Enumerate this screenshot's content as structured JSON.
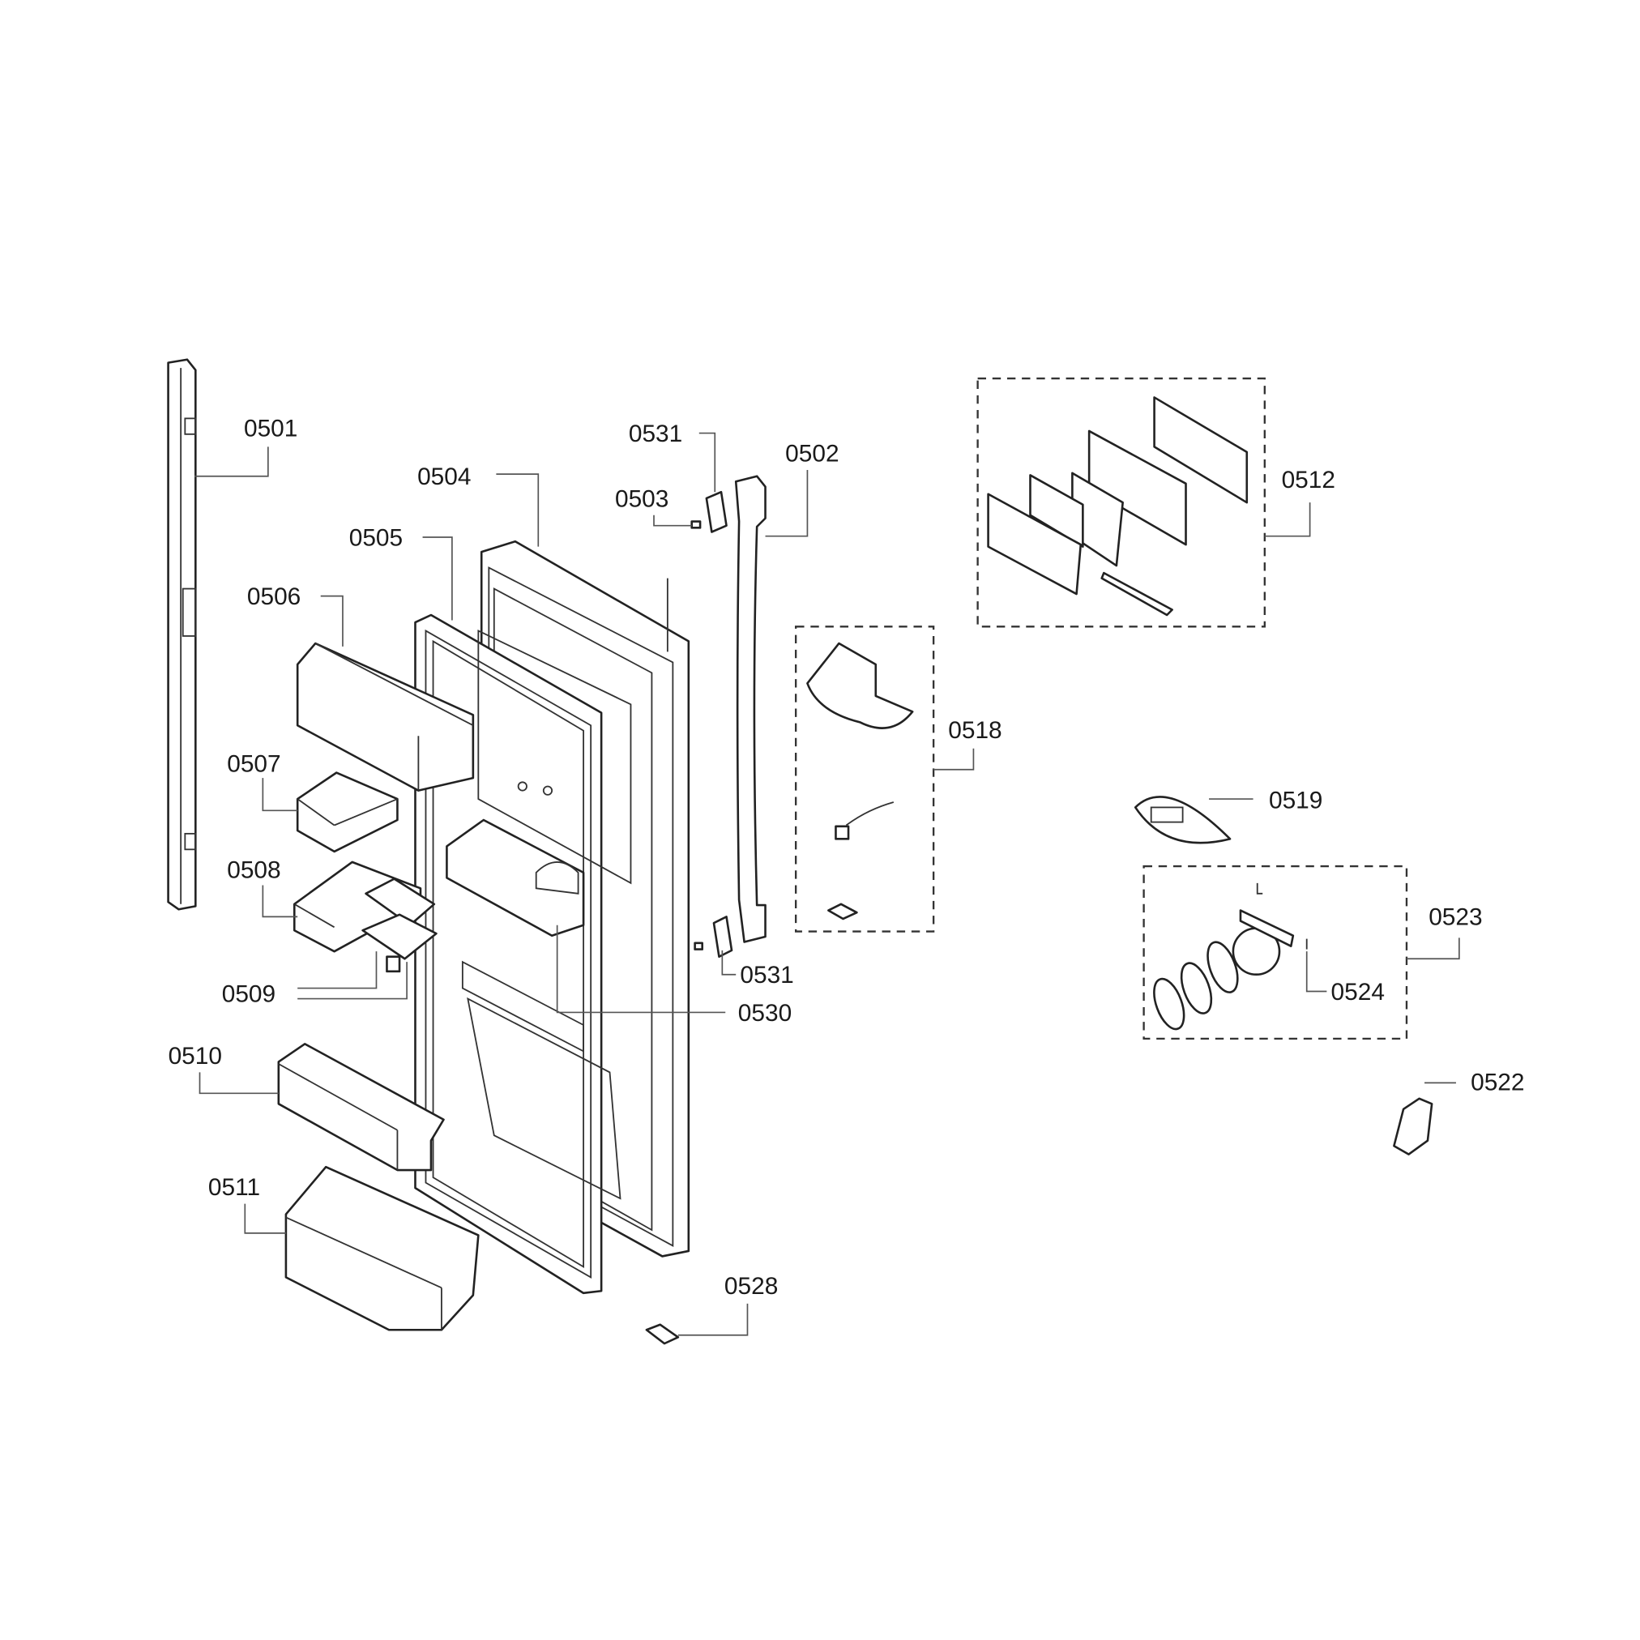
{
  "diagram": {
    "labels": {
      "p0501": "0501",
      "p0502": "0502",
      "p0503": "0503",
      "p0504": "0504",
      "p0505": "0505",
      "p0506": "0506",
      "p0507": "0507",
      "p0508": "0508",
      "p0509": "0509",
      "p0510": "0510",
      "p0511": "0511",
      "p0512": "0512",
      "p0518": "0518",
      "p0519": "0519",
      "p0522": "0522",
      "p0523": "0523",
      "p0524": "0524",
      "p0528": "0528",
      "p0530": "0530",
      "p0531a": "0531",
      "p0531b": "0531"
    }
  }
}
